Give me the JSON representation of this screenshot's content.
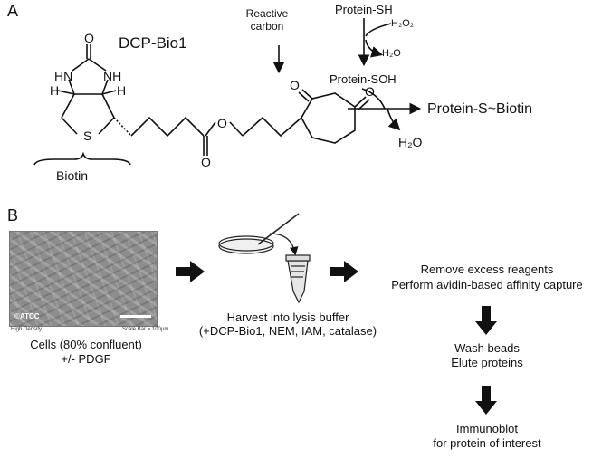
{
  "panel_a": {
    "label": "A",
    "compound_name": "DCP-Bio1",
    "reactive_carbon_label_line1": "Reactive",
    "reactive_carbon_label_line2": "carbon",
    "biotin_label": "Biotin",
    "atoms": {
      "O": "O",
      "HN": "HN",
      "NH": "NH",
      "H": "H",
      "S": "S"
    },
    "protein_sh": "Protein-SH",
    "h2o2": "H₂O₂",
    "h2o_top": "H₂O",
    "protein_soh": "Protein-SOH",
    "product": "Protein-S~Biotin",
    "h2o_bottom": "H₂O"
  },
  "panel_b": {
    "label": "B",
    "image_caption_left": "High Density",
    "image_caption_right": "Scale Bar = 100μm",
    "image_logo": "©ATCC",
    "cells_line1": "Cells (80% confluent)",
    "cells_line2": "+/- PDGF",
    "harvest_line1": "Harvest into lysis buffer",
    "harvest_line2": "(+DCP-Bio1, NEM, IAM, catalase)",
    "step1_line1": "Remove excess reagents",
    "step1_line2": "Perform avidin-based affinity capture",
    "step2_line1": "Wash beads",
    "step2_line2": "Elute proteins",
    "step3_line1": "Immunoblot",
    "step3_line2": "for protein of interest"
  }
}
